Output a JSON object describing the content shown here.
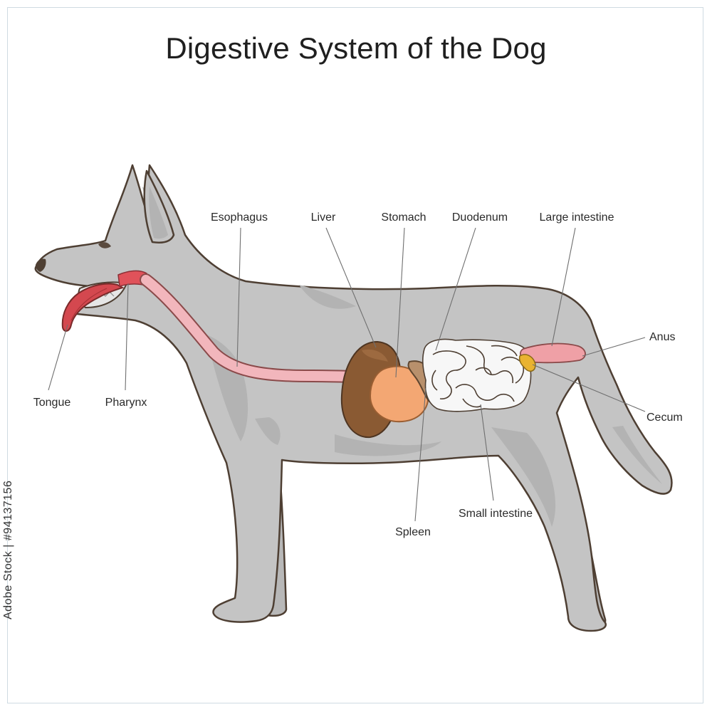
{
  "title": "Digestive System of the Dog",
  "credit": "Adobe Stock | #94137156",
  "labels": {
    "esophagus": "Esophagus",
    "liver": "Liver",
    "stomach": "Stomach",
    "duodenum": "Duodenum",
    "large_intestine": "Large intestine",
    "anus": "Anus",
    "cecum": "Cecum",
    "tongue": "Tongue",
    "pharynx": "Pharynx",
    "spleen": "Spleen",
    "small_intestine": "Small intestine"
  },
  "colors": {
    "body": "#c4c4c4",
    "body_shadow": "#b2b2b2",
    "outline": "#4e3f33",
    "tongue": "#d4484f",
    "pharynx": "#e0525a",
    "esophagus": "#f2b6bc",
    "liver": "#8a5a33",
    "stomach": "#f3a773",
    "spleen": "#b8906c",
    "intestine": "#f7f7f7",
    "large_intestine": "#efa0a6",
    "cecum": "#e9b330"
  }
}
